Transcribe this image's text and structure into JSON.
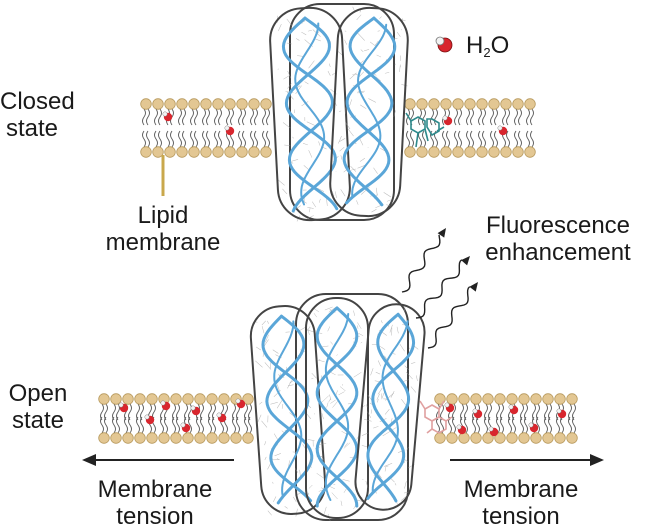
{
  "labels": {
    "closed_state_1": "Closed",
    "closed_state_2": "state",
    "lipid_1": "Lipid",
    "lipid_2": "membrane",
    "water_main": "H",
    "water_sub": "2",
    "water_tail": "O",
    "fluor_1": "Fluorescence",
    "fluor_2": "enhancement",
    "open_state_1": "Open",
    "open_state_2": "state",
    "tension_left_1": "Membrane",
    "tension_left_2": "tension",
    "tension_right_1": "Membrane",
    "tension_right_2": "tension"
  },
  "colors": {
    "lipid_head": "#e3c793",
    "lipid_head_edge": "#b89a5e",
    "lipid_tail": "#555555",
    "dna_helix": "#5aa6d8",
    "dna_mesh": "#9a9a9a",
    "barrel_outline": "#444444",
    "water_red": "#d8262e",
    "dye_teal": "#2f8a8c",
    "dye_pink": "#e0a0a0",
    "pointer_gold": "#c9a84c",
    "arrow": "#222222"
  },
  "icons": {
    "water": "water-molecule-icon",
    "dye_closed": "fluorophore-icon",
    "dye_open": "fluorophore-icon",
    "wave": "wavy-emission-arrow-icon"
  }
}
